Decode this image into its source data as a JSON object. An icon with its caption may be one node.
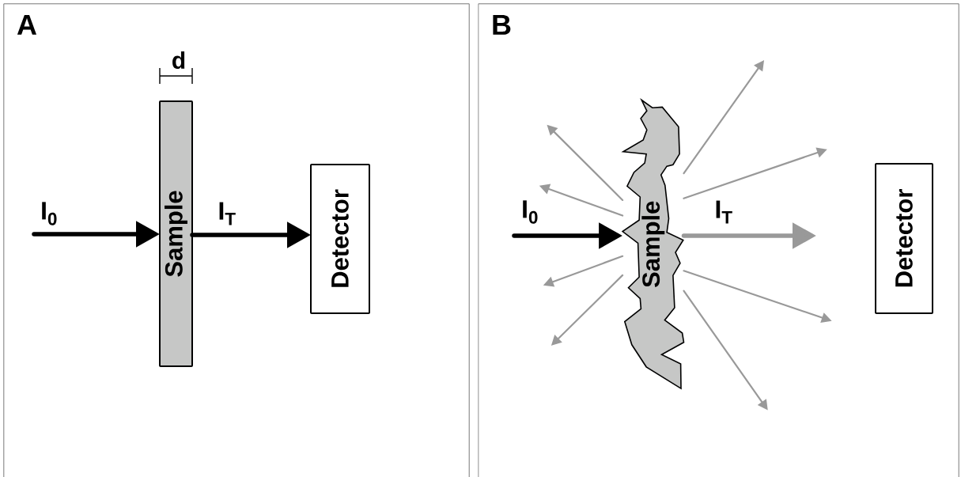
{
  "diagram": {
    "nodes": [
      {
        "text": [
          "A"
        ]
      },
      {
        "text": [
          "Sample"
        ],
        "in": 0
      },
      {
        "text": [
          "Detector"
        ],
        "in": 0
      },
      {
        "text": [
          "B"
        ]
      },
      {
        "text": [
          "Sample"
        ],
        "in": 3
      },
      {
        "text": [
          "Detector"
        ],
        "in": 3
      }
    ],
    "edges": [
      {
        "from": null,
        "to": 1,
        "arrow": "to",
        "label": "I$_{0}$",
        "style": "thick",
        "color": "#000000"
      },
      {
        "from": 1,
        "to": 2,
        "arrow": "to",
        "label": "I$_{T}$",
        "style": "thick",
        "color": "#000000"
      },
      {
        "from": null,
        "to": 4,
        "arrow": "to",
        "label": "I$_{0}$",
        "style": "thick",
        "color": "#000000"
      },
      {
        "from": 4,
        "to": null,
        "arrow": "to",
        "label": "I$_{T}$",
        "style": "thick"
      },
      {
        "from": 4,
        "to": null,
        "arrow": "to"
      },
      {
        "from": 4,
        "to": null,
        "arrow": "to"
      },
      {
        "from": 4,
        "to": null,
        "arrow": "to"
      },
      {
        "from": 4,
        "to": null,
        "arrow": "to"
      },
      {
        "from": 4,
        "to": null,
        "arrow": "to"
      },
      {
        "from": 4,
        "to": null,
        "arrow": "to"
      },
      {
        "from": 4,
        "to": null,
        "arrow": "to"
      },
      {
        "from": 4,
        "to": null,
        "arrow": "to"
      }
    ],
    "labels": [
      "d"
    ]
  }
}
